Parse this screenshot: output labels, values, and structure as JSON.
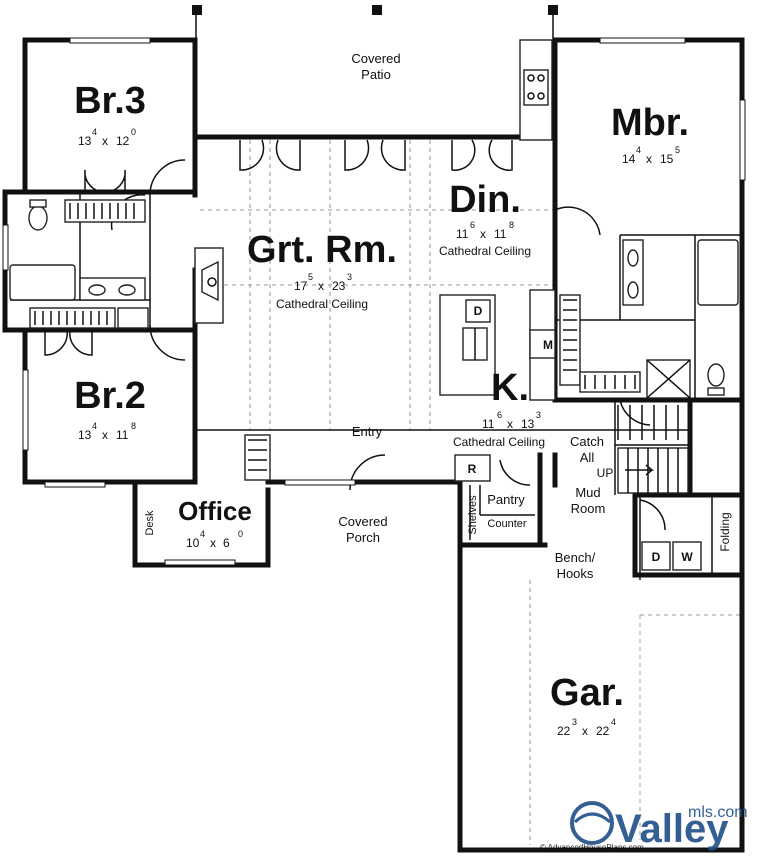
{
  "rooms": {
    "patio": {
      "line1": "Covered",
      "line2": "Patio"
    },
    "br3": {
      "name": "Br.3",
      "w": "13",
      "w_in": "4",
      "d": "12",
      "d_in": "0"
    },
    "mbr": {
      "name": "Mbr.",
      "w": "14",
      "w_in": "4",
      "d": "15",
      "d_in": "5"
    },
    "din": {
      "name": "Din.",
      "w": "11",
      "w_in": "6",
      "d": "11",
      "d_in": "8",
      "note": "Cathedral Ceiling"
    },
    "grt": {
      "name": "Grt. Rm.",
      "w": "17",
      "w_in": "5",
      "d": "23",
      "d_in": "3",
      "note": "Cathedral Ceiling"
    },
    "kit": {
      "name": "K.",
      "w": "11",
      "w_in": "6",
      "d": "13",
      "d_in": "3",
      "note": "Cathedral Ceiling"
    },
    "br2": {
      "name": "Br.2",
      "w": "13",
      "w_in": "4",
      "d": "11",
      "d_in": "8"
    },
    "office": {
      "name": "Office",
      "w": "10",
      "w_in": "4",
      "d": "6",
      "d_in": "0"
    },
    "porch": {
      "line1": "Covered",
      "line2": "Porch"
    },
    "garage": {
      "name": "Gar.",
      "w": "22",
      "w_in": "3",
      "d": "22",
      "d_in": "4"
    }
  },
  "labels": {
    "entry": "Entry",
    "catch1": "Catch",
    "catch2": "All",
    "up": "UP",
    "mud1": "Mud",
    "mud2": "Room",
    "pantry": "Pantry",
    "counter": "Counter",
    "shelves": "Shelves",
    "bench1": "Bench/",
    "bench2": "Hooks",
    "folding": "Folding",
    "desk": "Desk",
    "times": "x"
  },
  "appliances": {
    "dishwasher": "D",
    "microwave": "M",
    "fridge": "R",
    "dryer": "D",
    "washer": "W"
  },
  "branding": {
    "logo_mls": "mls.com",
    "logo_valley": "Valley",
    "copyright": "© AdvancedHousePlans.com"
  }
}
